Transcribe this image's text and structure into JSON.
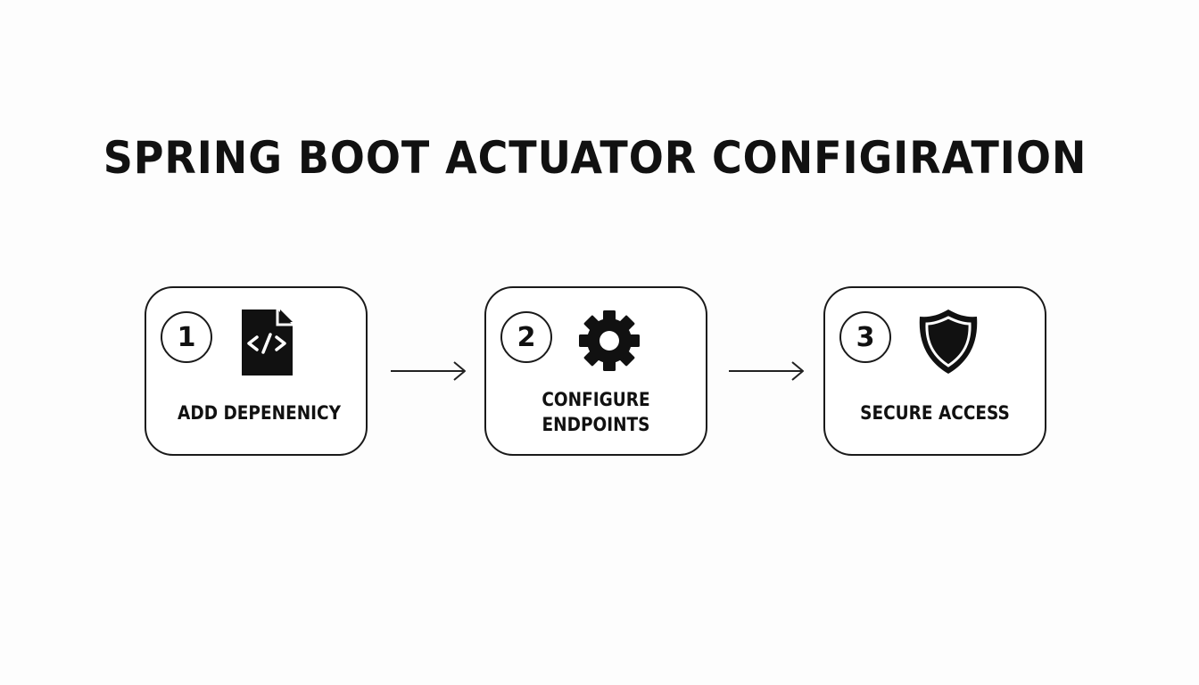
{
  "title": "SPRING BOOT ACTUATOR CONFIGIRATION",
  "steps": [
    {
      "number": "1",
      "icon": "code-file-icon",
      "label_lines": [
        "ADD DEPENENICY"
      ]
    },
    {
      "number": "2",
      "icon": "gear-icon",
      "label_lines": [
        "CONFIGURE",
        "ENDPOINTS"
      ]
    },
    {
      "number": "3",
      "icon": "shield-icon",
      "label_lines": [
        "SECURE ACCESS"
      ]
    }
  ],
  "colors": {
    "ink": "#111111",
    "background": "#fdfdfd"
  }
}
